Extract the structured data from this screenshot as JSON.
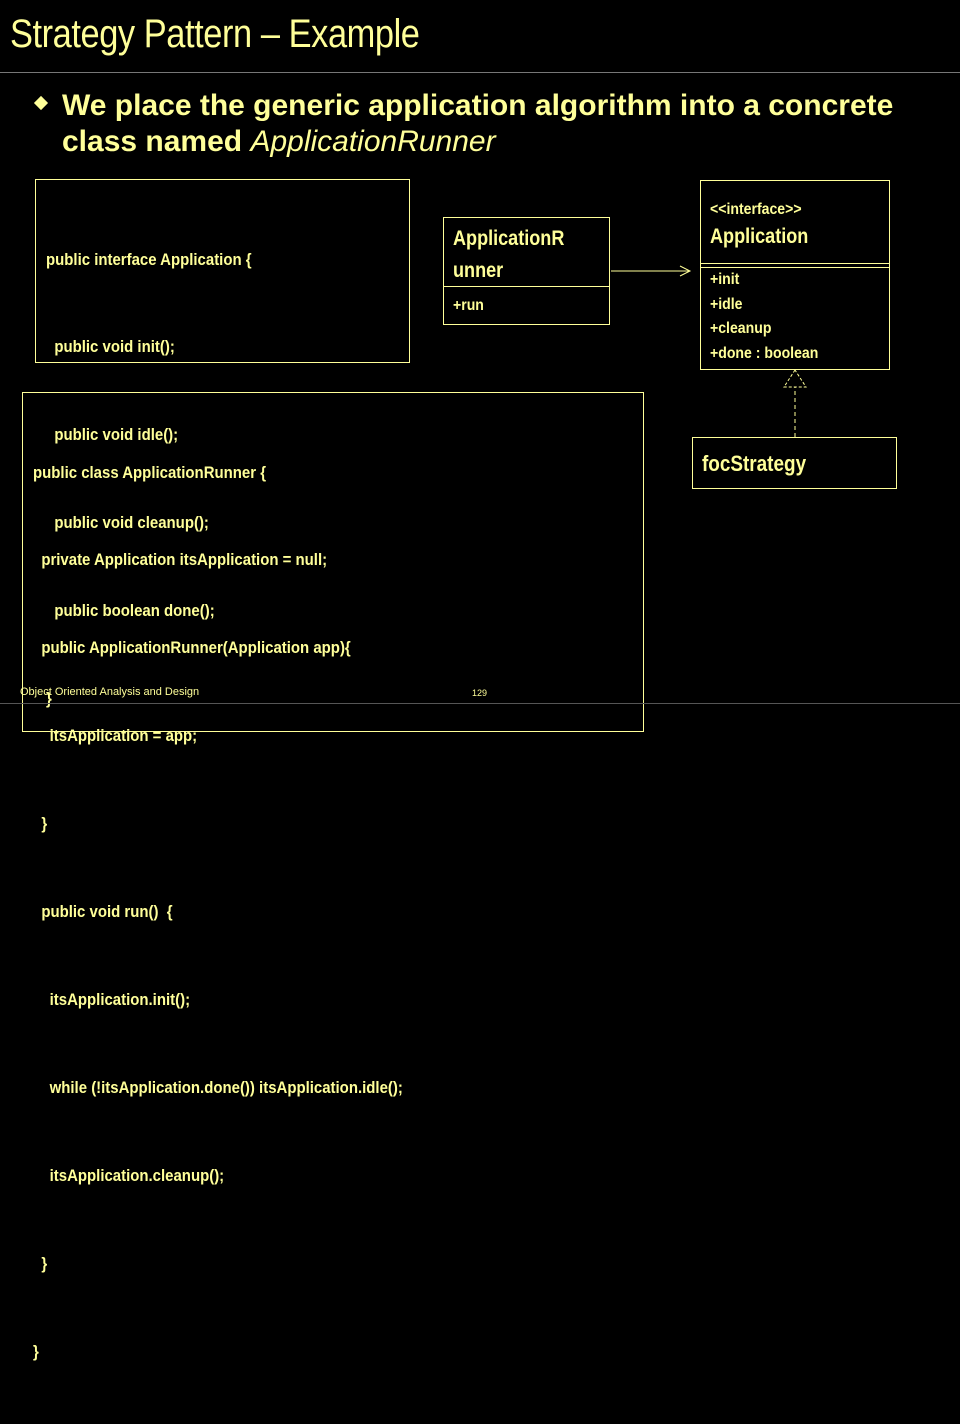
{
  "slide": {
    "title": "Strategy Pattern – Example",
    "bullet_text": "We place the generic application algorithm into a concrete class named ",
    "bullet_italic": "ApplicationRunner",
    "footer_left": "Object Oriented Analysis and Design",
    "page_number": "129"
  },
  "interface_code": [
    "public interface Application {",
    "  public void init();",
    "  public void idle();",
    "  public void cleanup();",
    "  public boolean done();",
    "}"
  ],
  "runner_code": [
    "public class ApplicationRunner {",
    "  private Application itsApplication = null;",
    "  public ApplicationRunner(Application app){",
    "    itsApplication = app;",
    "  }",
    "  public void run()  {",
    "    itsApplication.init();",
    "    while (!itsApplication.done()) itsApplication.idle();",
    "    itsApplication.cleanup();",
    "  }",
    "}"
  ],
  "uml": {
    "runner": {
      "name_line1": "ApplicationR",
      "name_line2": "unner",
      "methods": [
        "+run"
      ]
    },
    "application": {
      "stereotype": "<<interface>>",
      "name": "Application",
      "methods": [
        "+init",
        "+idle",
        "+cleanup",
        "+done : boolean"
      ]
    },
    "strategy": {
      "name": "focStrategy"
    }
  },
  "colors": {
    "background": "#000000",
    "text": "#ffff99",
    "rule": "#777777"
  }
}
